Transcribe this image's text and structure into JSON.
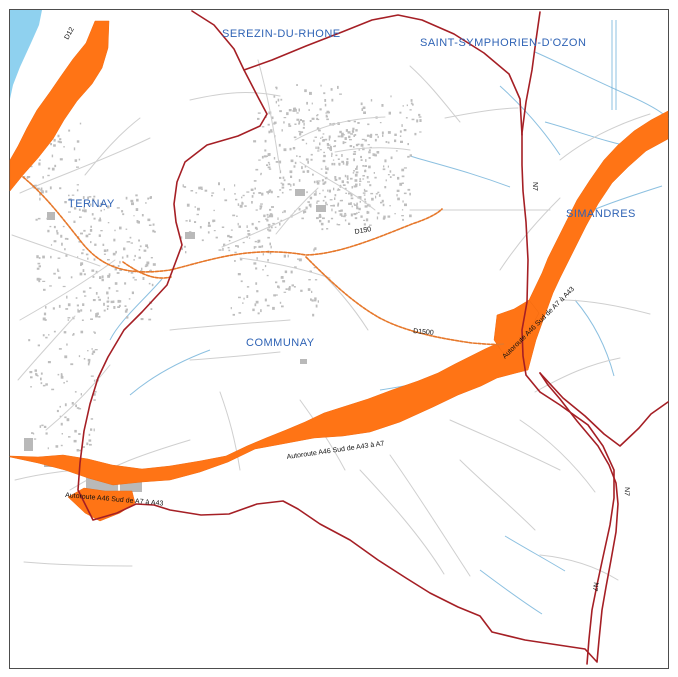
{
  "map": {
    "title": "",
    "places": {
      "serezin": "SEREZIN-DU-RHONE",
      "saint_symphorien": "SAINT-SYMPHORIEN-D'OZON",
      "ternay": "TERNAY",
      "simandres": "SIMANDRES",
      "communay": "COMMUNAY"
    },
    "roads": {
      "d12": "D12",
      "d150": "D150",
      "d1500": "D1500",
      "n7": "N7",
      "a46_sud_center": "Autoroute A46 Sud de A43 à A7",
      "a46_sud_left": "Autoroute A46 Sud de A7 à A43",
      "a46_east": "Autoroute A46 Sud de A7 à A43"
    },
    "colors": {
      "background": "#ffffff",
      "corridor": "#ff7415",
      "boundary": "#a51f25",
      "water": "#8fd1ef",
      "place_label": "#2f63b5",
      "minor_road": "#cfcfcf"
    }
  }
}
